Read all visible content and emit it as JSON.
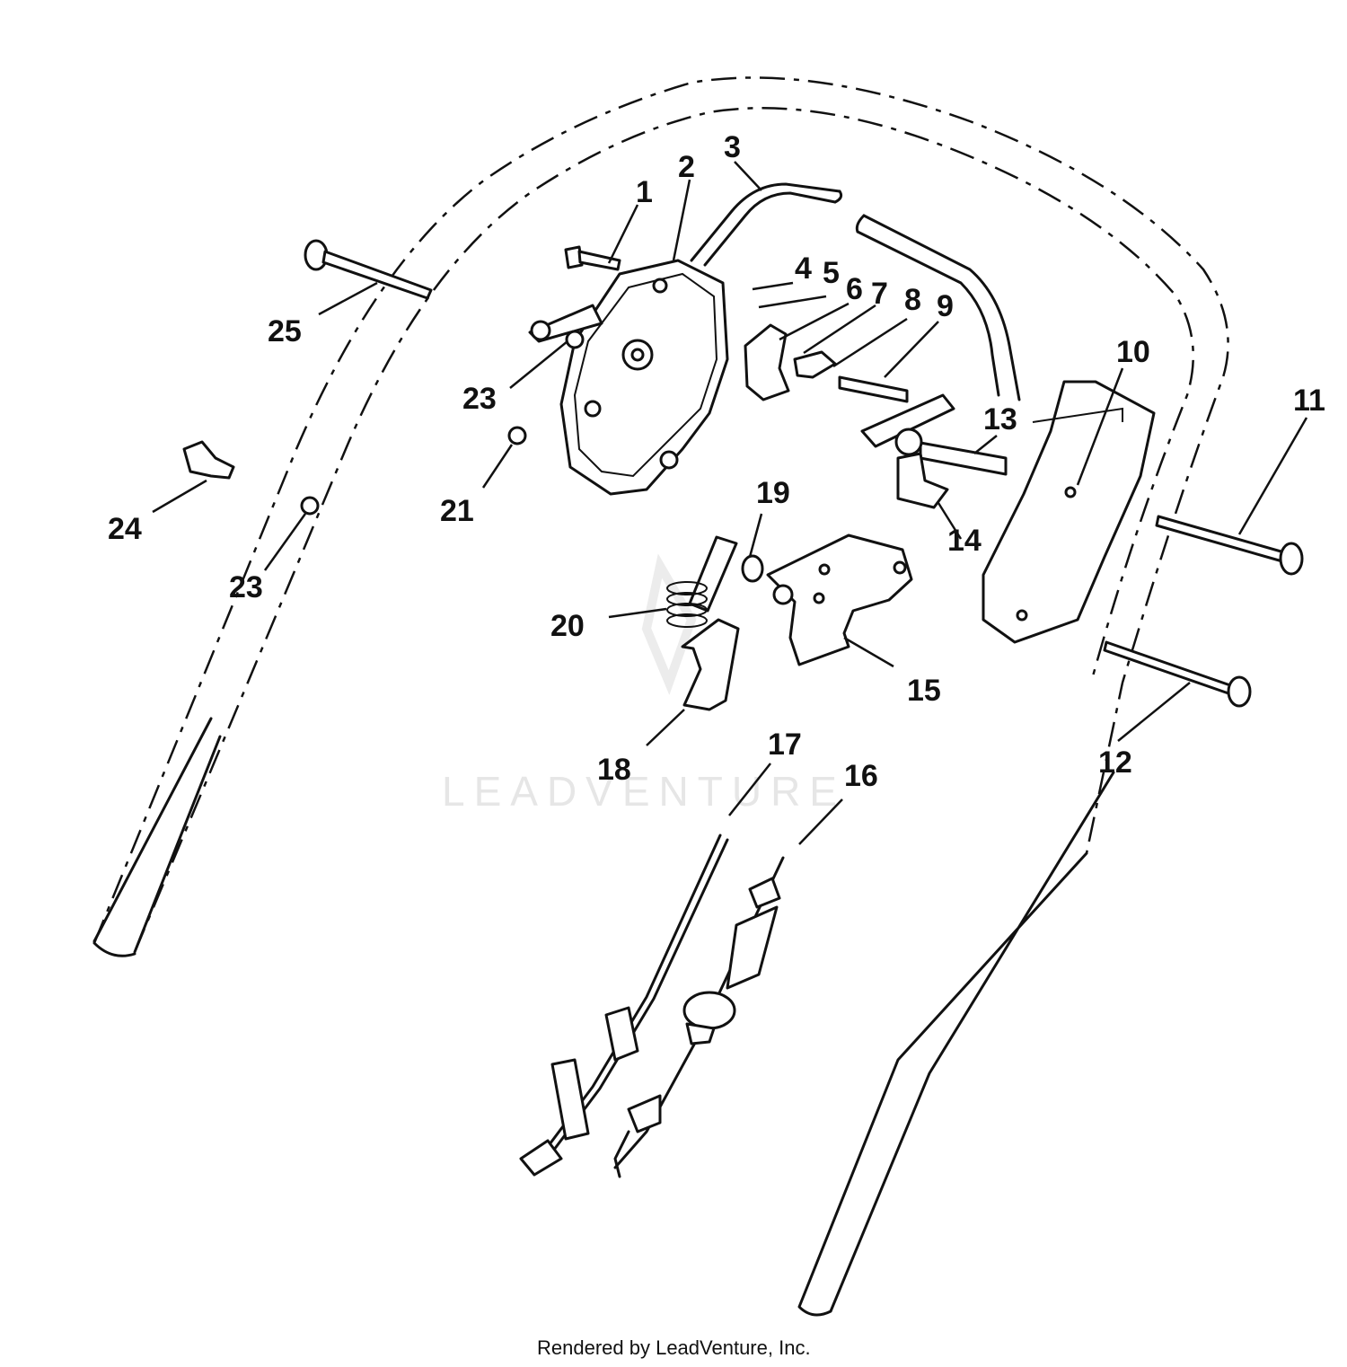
{
  "diagram": {
    "callouts": [
      {
        "id": "c1",
        "label": "1"
      },
      {
        "id": "c2",
        "label": "2"
      },
      {
        "id": "c3",
        "label": "3"
      },
      {
        "id": "c4",
        "label": "4"
      },
      {
        "id": "c5",
        "label": "5"
      },
      {
        "id": "c6",
        "label": "6"
      },
      {
        "id": "c7",
        "label": "7"
      },
      {
        "id": "c8",
        "label": "8"
      },
      {
        "id": "c9",
        "label": "9"
      },
      {
        "id": "c10",
        "label": "10"
      },
      {
        "id": "c11",
        "label": "11"
      },
      {
        "id": "c12",
        "label": "12"
      },
      {
        "id": "c13",
        "label": "13"
      },
      {
        "id": "c14",
        "label": "14"
      },
      {
        "id": "c15",
        "label": "15"
      },
      {
        "id": "c16",
        "label": "16"
      },
      {
        "id": "c17",
        "label": "17"
      },
      {
        "id": "c18",
        "label": "18"
      },
      {
        "id": "c19",
        "label": "19"
      },
      {
        "id": "c20",
        "label": "20"
      },
      {
        "id": "c21",
        "label": "21"
      },
      {
        "id": "c23a",
        "label": "23"
      },
      {
        "id": "c23b",
        "label": "23"
      },
      {
        "id": "c24",
        "label": "24"
      },
      {
        "id": "c25",
        "label": "25"
      }
    ]
  },
  "watermark": "LEADVENTURE",
  "footer": "Rendered by LeadVenture, Inc."
}
